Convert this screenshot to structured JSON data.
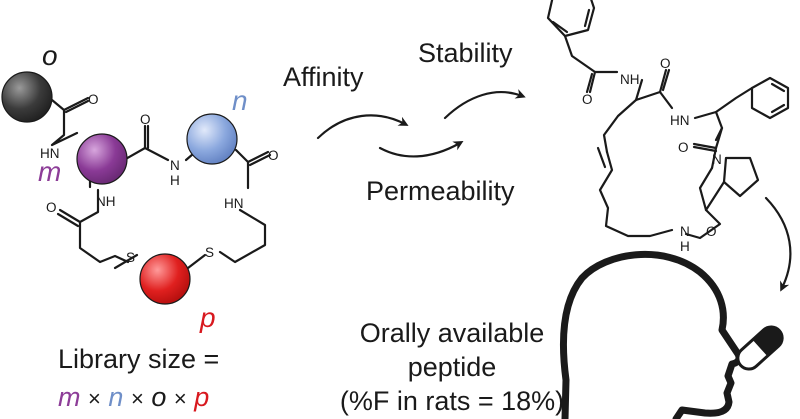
{
  "colors": {
    "o": "#3b3b3b",
    "m": "#8a3a96",
    "n": "#7f9ed8",
    "p": "#e0201f",
    "m_text": "#8d3d98",
    "n_text": "#6f8fc8",
    "p_text": "#d8191f",
    "ink": "#1a1a1a"
  },
  "labels": {
    "o": "o",
    "m": "m",
    "n": "n",
    "p": "p",
    "affinity": "Affinity",
    "stability": "Stability",
    "permeability": "Permeability",
    "oral_line1": "Orally available",
    "oral_line2": "peptide",
    "oral_line3": "(%F in rats = 18%)",
    "library_size": "Library size =",
    "formula": {
      "m": "m",
      "x1": "×",
      "n": "n",
      "x2": "×",
      "o": "o",
      "x3": "×",
      "p": "p"
    }
  },
  "atoms": {
    "hn1": "HN",
    "nh_m": "NH",
    "nh_mid": "N",
    "h_mid": "H",
    "hn_right": "HN",
    "s1": "S",
    "s2": "S",
    "o1": "O",
    "o2": "O",
    "o3": "O",
    "o4": "O",
    "nh_top": "NH",
    "hn_phe": "HN",
    "n_pro": "N",
    "nh_bottom": "N",
    "h_bottom": "H",
    "o_r1": "O",
    "o_r2": "O",
    "o_r3": "O",
    "o_r4": "O"
  },
  "icons": [
    "arrow-icon",
    "head-silhouette-icon",
    "pill-capsule-icon"
  ]
}
